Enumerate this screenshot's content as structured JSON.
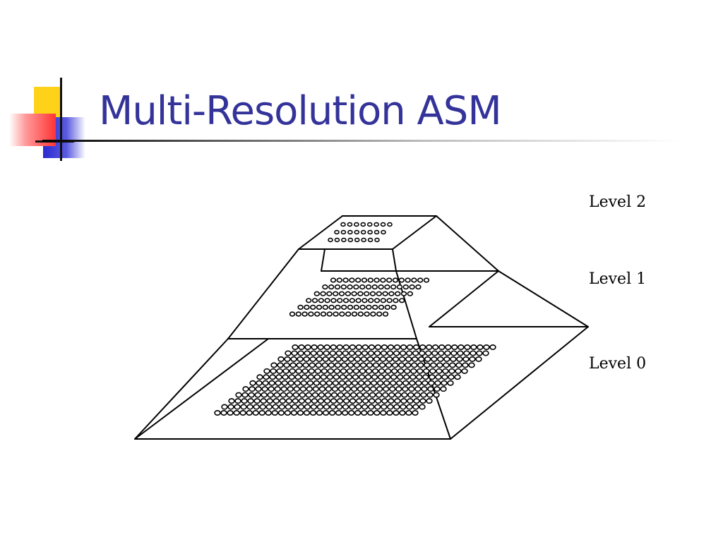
{
  "slide": {
    "title": "Multi-Resolution ASM"
  },
  "diagram": {
    "type": "image-pyramid",
    "levels": [
      {
        "label": "Level 2",
        "grid_rows": 3,
        "grid_cols": 8
      },
      {
        "label": "Level 1",
        "grid_rows": 6,
        "grid_cols": 16
      },
      {
        "label": "Level 0",
        "grid_rows": 12,
        "grid_cols": 32
      }
    ]
  },
  "colors": {
    "title": "#33339a",
    "logo_yellow": "#ffd21a",
    "logo_blue": "#2a2ad0",
    "logo_red": "#ff3434",
    "lines": "#000000"
  }
}
